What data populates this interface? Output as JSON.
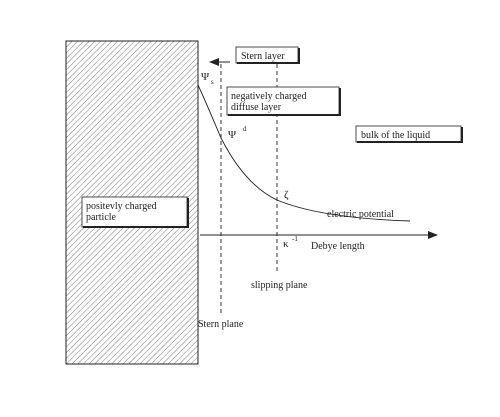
{
  "labels": {
    "stern_layer": "Stern layer",
    "diffuse_line1": "negatively charged",
    "diffuse_line2": "diffuse layer",
    "bulk": "bulk of the liquid",
    "particle_line1": "positevly charged",
    "particle_line2": "particle",
    "electric_potential": "electric potential",
    "debye_length": "Debye length",
    "slipping_plane": "slipping plane",
    "stern_plane": "Stern plane"
  },
  "symbols": {
    "psi": "Ψ",
    "psi_s_sub": "s",
    "psi_d_sup": "d",
    "zeta": "ζ",
    "kappa": "κ",
    "kappa_sup": "-1"
  },
  "colors": {
    "line": "#222222",
    "hatch": "#555555",
    "background": "#ffffff"
  }
}
